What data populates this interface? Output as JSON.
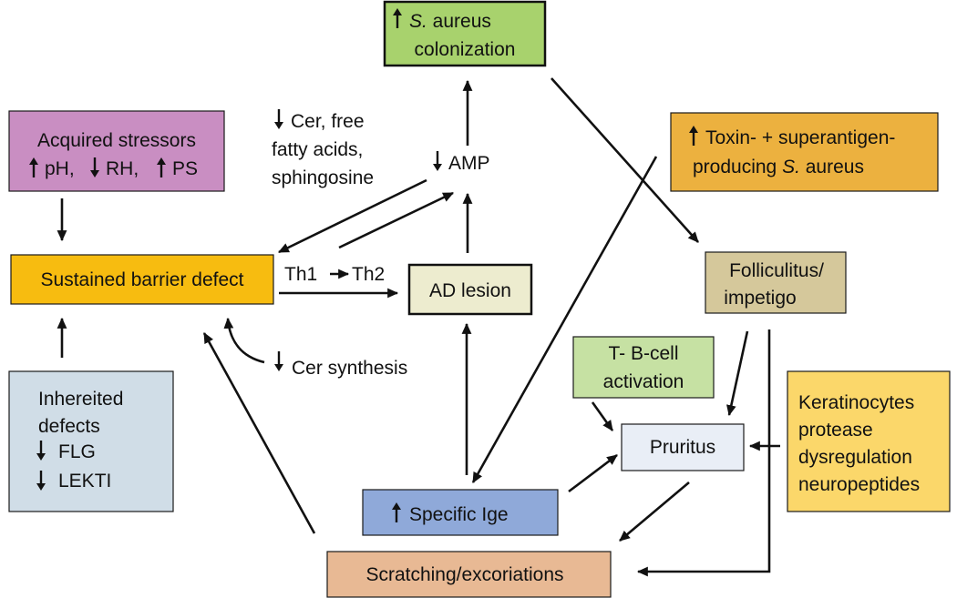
{
  "colors": {
    "s_aureus_fill": "#a8d26d",
    "acquired_fill": "#c98ec2",
    "barrier_fill": "#f7bc10",
    "toxin_fill": "#ecb13f",
    "folliculitus_fill": "#d5c89b",
    "ad_lesion_fill": "#edeccf",
    "tb_fill": "#c6e1a3",
    "keratinocytes_fill": "#fbd76a",
    "pruritus_fill": "#e9eef6",
    "inherited_fill": "#d0dde7",
    "ige_fill": "#8fa9d9",
    "scratching_fill": "#e8b994"
  },
  "icons": [
    "up-arrow-icon",
    "down-arrow-icon"
  ],
  "nodes": {
    "s_aureus": {
      "line1_italic": "S.",
      "line1_rest": " aureus",
      "line2": "colonization"
    },
    "acquired": {
      "line1": "Acquired stressors",
      "ph": "pH,",
      "rh": "RH,",
      "ps": "PS"
    },
    "cer_free": {
      "line1": "Cer, free",
      "line2": "fatty acids,",
      "line3": "sphingosine"
    },
    "amp": {
      "label": "AMP"
    },
    "toxin": {
      "line1": "Toxin- + superantigen-",
      "line2_pre": "producing ",
      "line2_italic": "S.",
      "line2_post": " aureus"
    },
    "barrier": {
      "label": "Sustained barrier defect"
    },
    "th": {
      "th1": "Th1",
      "th2": "Th2"
    },
    "ad_lesion": {
      "label": "AD lesion"
    },
    "folliculitus": {
      "line1": "Folliculitus/",
      "line2": "impetigo"
    },
    "cer_synth": {
      "label": "Cer synthesis"
    },
    "tb": {
      "line1": "T- B-cell",
      "line2": "activation"
    },
    "keratinocytes": {
      "line1": "Keratinocytes",
      "line2": "protease",
      "line3": "dysregulation",
      "line4": "neuropeptides"
    },
    "inherited": {
      "line1": "Inhereited",
      "line2": "defects",
      "flg": "FLG",
      "lekti": "LEKTI"
    },
    "pruritus": {
      "label": "Pruritus"
    },
    "ige": {
      "label": "Specific Ige"
    },
    "scratching": {
      "label": "Scratching/excoriations"
    }
  }
}
